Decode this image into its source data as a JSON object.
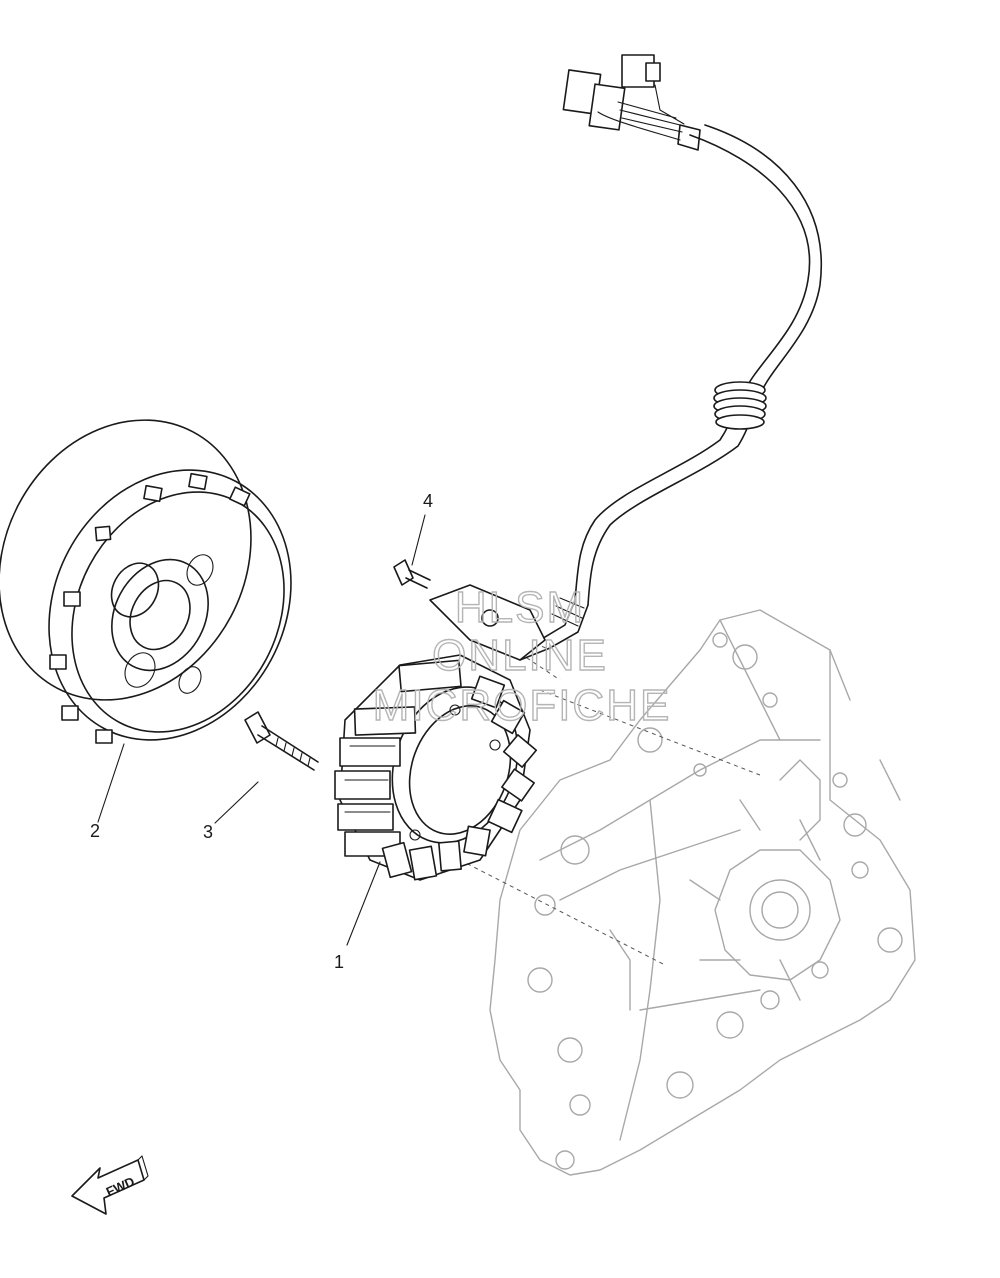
{
  "callouts": {
    "part_1": "1",
    "part_2": "2",
    "part_3": "3",
    "part_4": "4"
  },
  "direction_arrow": {
    "label": "FWD"
  },
  "watermark": {
    "line1": "HLSM",
    "line2": "ONLINE",
    "line3": "MICROFICHE"
  },
  "colors": {
    "line": "#1a1a1a",
    "engine_outline": "#a8a8a8",
    "watermark": "#b5b5b5",
    "background": "#ffffff"
  }
}
